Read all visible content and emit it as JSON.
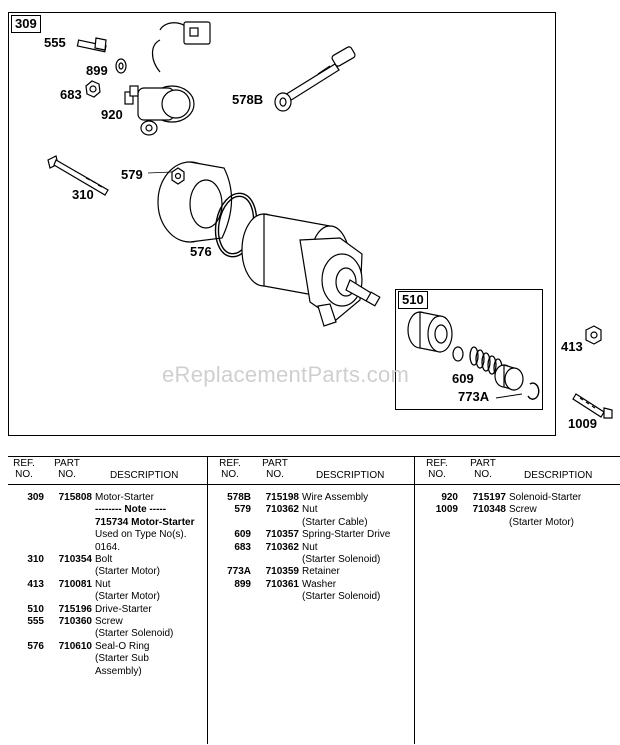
{
  "diagram": {
    "main_callout": "309",
    "kit_callout": "510",
    "watermark": "eReplacementParts.com",
    "labels": {
      "l555": "555",
      "l899": "899",
      "l683": "683",
      "l920": "920",
      "l578B": "578B",
      "l579": "579",
      "l310": "310",
      "l576": "576",
      "l609": "609",
      "l773A": "773A",
      "l413": "413",
      "l1009": "1009"
    }
  },
  "table": {
    "headers": {
      "ref_1": "REF.",
      "ref_2": "NO.",
      "part_1": "PART",
      "part_2": "NO.",
      "description": "DESCRIPTION"
    },
    "columns": [
      [
        {
          "ref": "309",
          "part": "715808",
          "desc": [
            "Motor-Starter",
            "-------- Note -----",
            "715734 Motor-Starter",
            "Used on Type No(s).",
            "0164."
          ],
          "bold_lines": [
            1,
            2
          ]
        },
        {
          "ref": "310",
          "part": "710354",
          "desc": [
            "Bolt",
            "(Starter Motor)"
          ],
          "bold_lines": []
        },
        {
          "ref": "413",
          "part": "710081",
          "desc": [
            "Nut",
            "(Starter Motor)"
          ],
          "bold_lines": []
        },
        {
          "ref": "510",
          "part": "715196",
          "desc": [
            "Drive-Starter"
          ],
          "bold_lines": []
        },
        {
          "ref": "555",
          "part": "710360",
          "desc": [
            "Screw",
            "(Starter Solenoid)"
          ],
          "bold_lines": []
        },
        {
          "ref": "576",
          "part": "710610",
          "desc": [
            "Seal-O Ring",
            "(Starter Sub",
            "Assembly)"
          ],
          "bold_lines": []
        }
      ],
      [
        {
          "ref": "578B",
          "part": "715198",
          "desc": [
            "Wire Assembly"
          ],
          "bold_lines": []
        },
        {
          "ref": "579",
          "part": "710362",
          "desc": [
            "Nut",
            "(Starter Cable)"
          ],
          "bold_lines": []
        },
        {
          "ref": "609",
          "part": "710357",
          "desc": [
            "Spring-Starter Drive"
          ],
          "bold_lines": []
        },
        {
          "ref": "683",
          "part": "710362",
          "desc": [
            "Nut",
            "(Starter Solenoid)"
          ],
          "bold_lines": []
        },
        {
          "ref": "773A",
          "part": "710359",
          "desc": [
            "Retainer"
          ],
          "bold_lines": []
        },
        {
          "ref": "899",
          "part": "710361",
          "desc": [
            "Washer",
            "(Starter Solenoid)"
          ],
          "bold_lines": []
        }
      ],
      [
        {
          "ref": "920",
          "part": "715197",
          "desc": [
            "Solenoid-Starter"
          ],
          "bold_lines": []
        },
        {
          "ref": "1009",
          "part": "710348",
          "desc": [
            "Screw",
            "(Starter Motor)"
          ],
          "bold_lines": []
        }
      ]
    ]
  }
}
